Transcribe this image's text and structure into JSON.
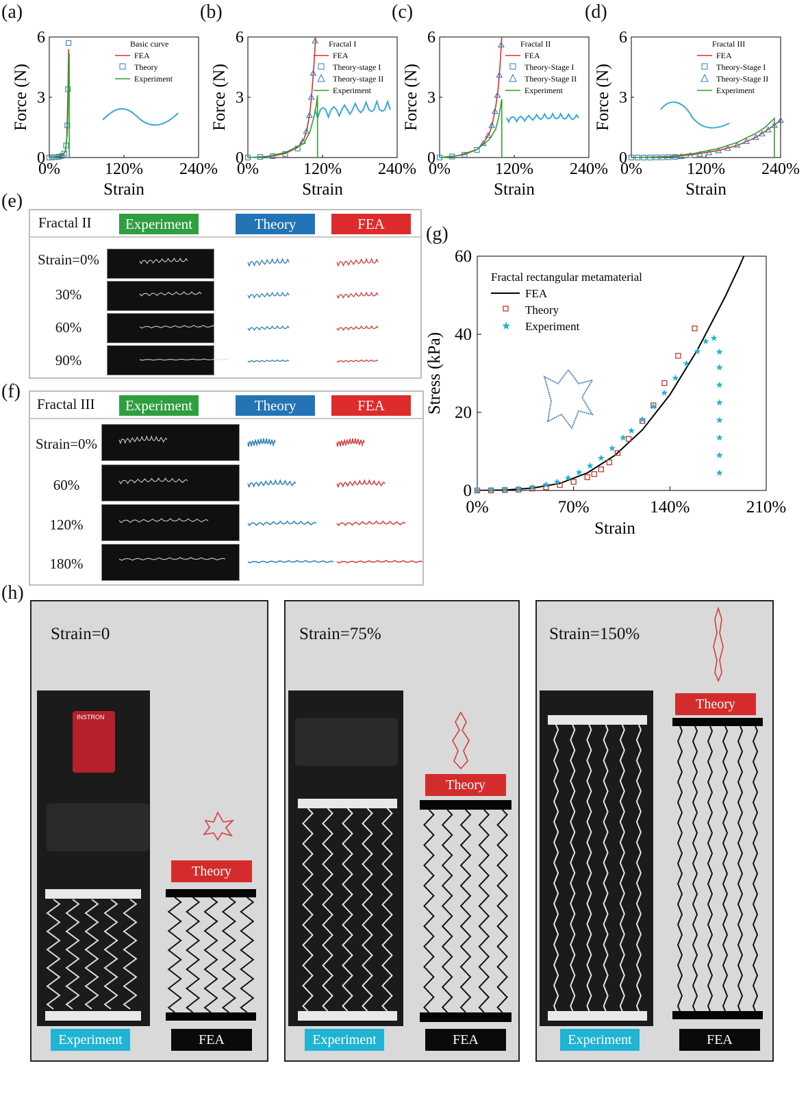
{
  "panel_labels": [
    "(a)",
    "(b)",
    "(c)",
    "(d)",
    "(e)",
    "(f)",
    "(g)",
    "(h)"
  ],
  "chart_data": [
    {
      "type": "line",
      "legend_title": "Basic curve",
      "legend": [
        "FEA",
        "Theory",
        "Experiment"
      ],
      "xlabel": "Strain",
      "ylabel": "Force (N)",
      "xticks": [
        "0%",
        "120%",
        "240%"
      ],
      "yticks": [
        "0",
        "3",
        "6"
      ],
      "xlim": [
        0,
        240
      ],
      "ylim": [
        0,
        6
      ],
      "series": [
        {
          "name": "FEA",
          "x": [
            0,
            10,
            20,
            26,
            28,
            29,
            30,
            31
          ],
          "y": [
            0,
            0.02,
            0.06,
            0.3,
            1.0,
            2.0,
            3.5,
            5.4
          ]
        },
        {
          "name": "Theory",
          "x": [
            0,
            5,
            10,
            15,
            20,
            24,
            27,
            29,
            30,
            31
          ],
          "y": [
            0,
            0.01,
            0.02,
            0.04,
            0.08,
            0.2,
            0.6,
            1.6,
            3.4,
            5.7
          ]
        },
        {
          "name": "Experiment",
          "x": [
            0,
            10,
            20,
            26,
            29,
            30,
            31,
            32,
            32
          ],
          "y": [
            0,
            0.05,
            0.12,
            0.3,
            1.2,
            2.5,
            4.2,
            5.2,
            0
          ]
        }
      ]
    },
    {
      "type": "line",
      "legend_title": "Fractal I",
      "legend": [
        "FEA",
        "Theory-stage I",
        "Theory-stage II",
        "Experiment"
      ],
      "xlabel": "Strain",
      "ylabel": "Force (N)",
      "xticks": [
        "0%",
        "120%",
        "240%"
      ],
      "yticks": [
        "0",
        "3",
        "6"
      ],
      "xlim": [
        0,
        240
      ],
      "ylim": [
        0,
        6
      ],
      "series": [
        {
          "name": "FEA",
          "x": [
            0,
            20,
            40,
            60,
            80,
            90,
            95,
            100,
            103,
            106,
            109
          ],
          "y": [
            0,
            0.03,
            0.08,
            0.2,
            0.5,
            0.9,
            1.4,
            2.3,
            3.3,
            4.5,
            6.0
          ]
        },
        {
          "name": "Theory-stage I",
          "x": [
            0,
            20,
            40,
            60,
            80
          ],
          "y": [
            0,
            0.03,
            0.07,
            0.18,
            0.45
          ]
        },
        {
          "name": "Theory-stage II",
          "x": [
            88,
            94,
            99,
            102,
            105,
            108
          ],
          "y": [
            0.8,
            1.3,
            2.1,
            3.0,
            4.2,
            5.8
          ]
        },
        {
          "name": "Experiment",
          "x": [
            0,
            30,
            60,
            90,
            100,
            106,
            110,
            112,
            112
          ],
          "y": [
            0,
            0.05,
            0.25,
            0.7,
            1.3,
            2.0,
            2.6,
            3.1,
            0
          ]
        }
      ]
    },
    {
      "type": "line",
      "legend_title": "Fractal II",
      "legend": [
        "FEA",
        "Theory-Stage I",
        "Theory-Stage II",
        "Experiment"
      ],
      "xlabel": "Strain",
      "ylabel": "Force (N)",
      "xticks": [
        "0%",
        "120%",
        "240%"
      ],
      "yticks": [
        "0",
        "3",
        "6"
      ],
      "xlim": [
        0,
        240
      ],
      "ylim": [
        0,
        6
      ],
      "series": [
        {
          "name": "FEA",
          "x": [
            0,
            20,
            40,
            60,
            70,
            80,
            85,
            90,
            94,
            97,
            100
          ],
          "y": [
            0,
            0.05,
            0.15,
            0.4,
            0.7,
            1.2,
            1.7,
            2.5,
            3.4,
            4.5,
            6.0
          ]
        },
        {
          "name": "Theory-Stage I",
          "x": [
            0,
            20,
            40,
            60
          ],
          "y": [
            0,
            0.05,
            0.14,
            0.38
          ]
        },
        {
          "name": "Theory-Stage II",
          "x": [
            70,
            78,
            84,
            89,
            93,
            96,
            99
          ],
          "y": [
            0.7,
            1.1,
            1.6,
            2.3,
            3.1,
            4.1,
            5.6
          ]
        },
        {
          "name": "Experiment",
          "x": [
            0,
            30,
            60,
            80,
            90,
            95,
            100,
            100
          ],
          "y": [
            0,
            0.1,
            0.4,
            0.9,
            1.4,
            2.0,
            2.9,
            0
          ]
        }
      ]
    },
    {
      "type": "line",
      "legend_title": "Fractal III",
      "legend": [
        "FEA",
        "Theory-Stage I",
        "Theory-Stage II",
        "Experiment"
      ],
      "xlabel": "Strain",
      "ylabel": "Force (N)",
      "xticks": [
        "0%",
        "120%",
        "240%"
      ],
      "yticks": [
        "0",
        "3",
        "6"
      ],
      "xlim": [
        0,
        240
      ],
      "ylim": [
        0,
        6
      ],
      "series": [
        {
          "name": "FEA",
          "x": [
            0,
            60,
            100,
            140,
            170,
            200,
            220,
            240
          ],
          "y": [
            0,
            0.03,
            0.15,
            0.35,
            0.6,
            1.0,
            1.4,
            1.85
          ]
        },
        {
          "name": "Theory-Stage I",
          "x": [
            0,
            10,
            20,
            30,
            40,
            50,
            60,
            70
          ],
          "y": [
            0,
            0,
            0,
            0,
            0.01,
            0.01,
            0.02,
            0.03
          ]
        },
        {
          "name": "Theory-Stage II",
          "x": [
            80,
            95,
            110,
            125,
            140,
            155,
            170,
            185,
            200,
            210,
            220,
            230,
            240
          ],
          "y": [
            0.05,
            0.1,
            0.16,
            0.24,
            0.34,
            0.46,
            0.62,
            0.8,
            1.0,
            1.18,
            1.38,
            1.6,
            1.85
          ]
        },
        {
          "name": "Experiment",
          "x": [
            0,
            60,
            100,
            140,
            170,
            200,
            215,
            225,
            230,
            230
          ],
          "y": [
            0,
            0.05,
            0.2,
            0.45,
            0.75,
            1.2,
            1.5,
            1.8,
            1.95,
            0
          ]
        }
      ]
    },
    {
      "type": "scatter",
      "legend_title": "Fractal rectangular metamaterial",
      "legend": [
        "FEA",
        "Theory",
        "Experiment"
      ],
      "xlabel": "Strain",
      "ylabel": "Stress (kPa)",
      "xticks": [
        "0%",
        "70%",
        "140%",
        "210%"
      ],
      "yticks": [
        "0",
        "20",
        "40",
        "60"
      ],
      "xlim": [
        0,
        210
      ],
      "ylim": [
        0,
        60
      ],
      "series": [
        {
          "name": "FEA",
          "x": [
            0,
            20,
            40,
            60,
            80,
            100,
            120,
            140,
            160,
            180,
            190,
            200
          ],
          "y": [
            0,
            0.1,
            0.6,
            1.8,
            4.5,
            9.0,
            15.5,
            24.5,
            36.0,
            49.5,
            57.0,
            65.0
          ]
        },
        {
          "name": "Theory",
          "x": [
            0,
            10,
            20,
            30,
            40,
            50,
            60,
            70,
            80,
            85,
            90,
            96,
            102,
            110,
            120,
            128,
            136,
            146,
            158
          ],
          "y": [
            0,
            0,
            0.1,
            0.2,
            0.5,
            0.8,
            1.4,
            2.2,
            3.4,
            4.2,
            5.4,
            7.2,
            9.6,
            13.2,
            17.8,
            21.8,
            27.5,
            34.5,
            41.5
          ]
        },
        {
          "name": "Experiment",
          "x": [
            0,
            10,
            20,
            30,
            40,
            50,
            58,
            66,
            74,
            82,
            90,
            98,
            106,
            112,
            120,
            128,
            136,
            144,
            152,
            160,
            166,
            172,
            176,
            176,
            176,
            176,
            176,
            176,
            176,
            176
          ],
          "y": [
            0,
            0.1,
            0.2,
            0.4,
            0.8,
            1.5,
            2.2,
            3.2,
            4.6,
            6.3,
            8.3,
            10.8,
            13.5,
            15.3,
            18.2,
            21.5,
            25.0,
            28.8,
            32.5,
            35.6,
            38.2,
            39.0,
            35.5,
            31.5,
            27.0,
            22.5,
            18.0,
            13.5,
            9.0,
            4.5
          ]
        }
      ]
    }
  ],
  "table_e": {
    "title": "Fractal II",
    "tags": {
      "experiment": "Experiment",
      "theory": "Theory",
      "fea": "FEA"
    },
    "rows": [
      "Strain=0%",
      "30%",
      "60%",
      "90%"
    ]
  },
  "table_f": {
    "title": "Fractal III",
    "tags": {
      "experiment": "Experiment",
      "theory": "Theory",
      "fea": "FEA"
    },
    "rows": [
      "Strain=0%",
      "60%",
      "120%",
      "180%"
    ]
  },
  "panel_h": [
    {
      "title": "Strain=0",
      "theory": "Theory",
      "experiment": "Experiment",
      "fea": "FEA",
      "brand": "INSTRON"
    },
    {
      "title": "Strain=75%",
      "theory": "Theory",
      "experiment": "Experiment",
      "fea": "FEA"
    },
    {
      "title": "Strain=150%",
      "theory": "Theory",
      "experiment": "Experiment",
      "fea": "FEA"
    }
  ],
  "colors": {
    "fea": "#e8282b",
    "theory": "#2c7fb8",
    "experiment": "#2ca02c",
    "scatter_theory": "#c0392b",
    "scatter_exp": "#1fb3d4",
    "wave": "#3aa6d6"
  }
}
